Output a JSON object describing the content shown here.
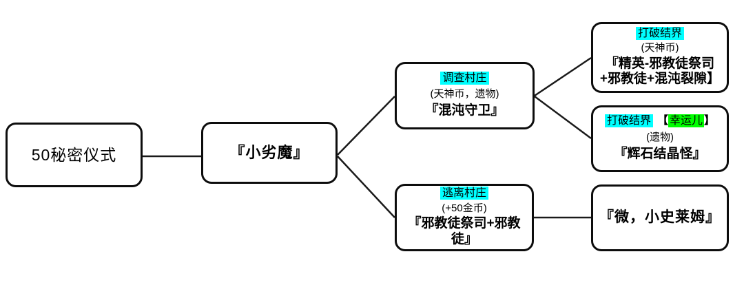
{
  "diagram": {
    "colors": {
      "highlight_cyan": "#00ffff",
      "highlight_green": "#00ff00",
      "line": "#1a1a1a",
      "border": "#0d0d0d"
    },
    "nodes": {
      "ritual": {
        "title": "50秘密仪式"
      },
      "imp": {
        "title": "『小劣魔』"
      },
      "investigate": {
        "action": "调查村庄",
        "reward": "(天神币，遗物)",
        "encounter": "『混沌守卫』"
      },
      "escape": {
        "action": "逃离村庄",
        "reward": "(+50金币)",
        "encounter": "『邪教徒祭司+邪教徒』"
      },
      "break_barrier_elite": {
        "action": "打破结界",
        "reward": "(天神币)",
        "encounter": "『精英-邪教徒祭司+邪教徒+混沌裂隙】"
      },
      "break_barrier_lucky": {
        "action": "打破结界",
        "tag_open": "【",
        "tag": "幸运儿",
        "tag_close": "】",
        "reward": "(遗物)",
        "encounter": "『辉石结晶怪』"
      },
      "slime": {
        "title": "『微，小史莱姆』"
      }
    }
  }
}
